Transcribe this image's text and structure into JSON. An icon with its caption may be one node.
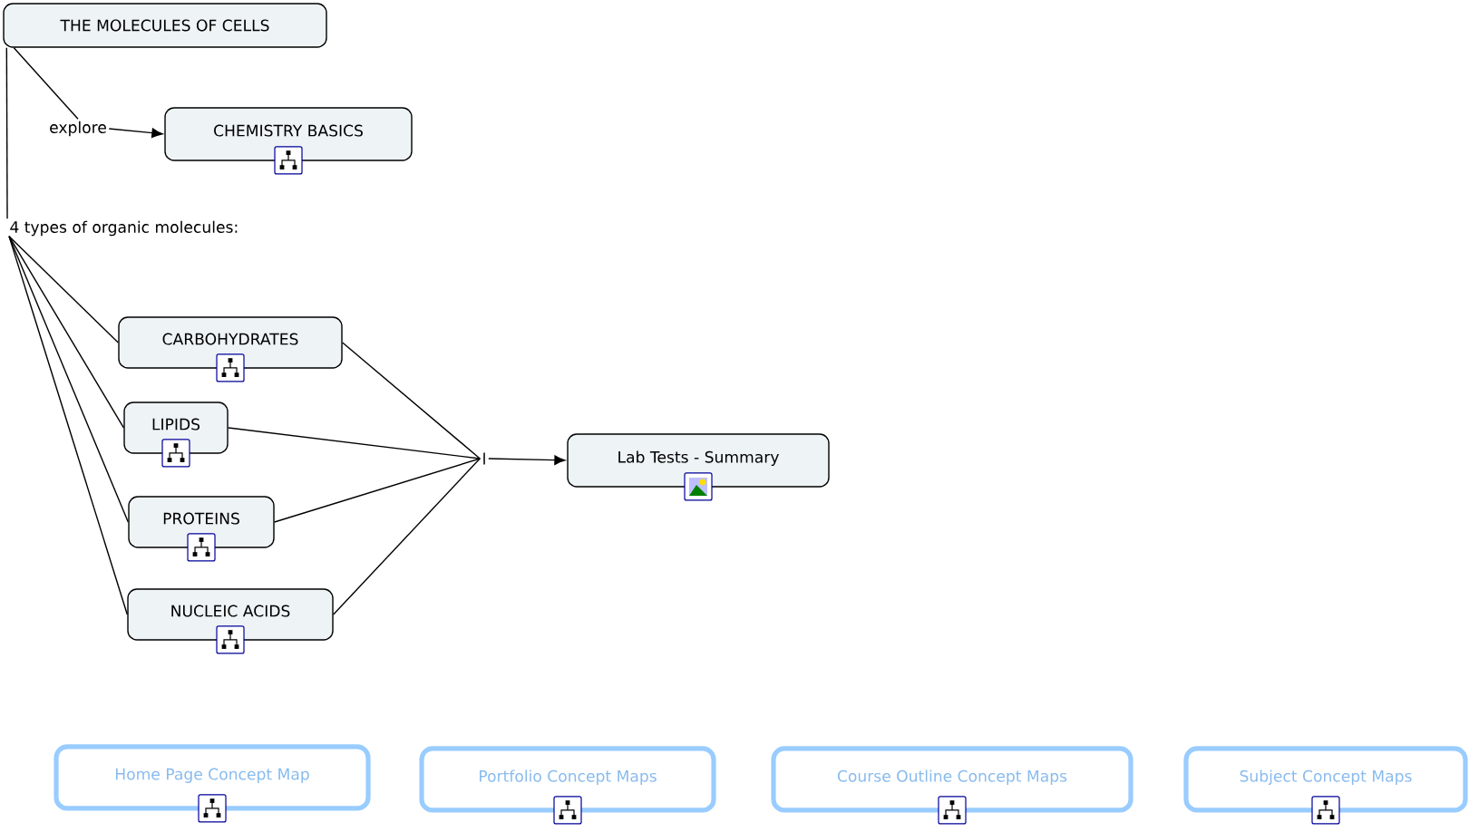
{
  "diagram": {
    "nodes": [
      {
        "text": [
          "THE MOLECULES OF CELLS"
        ]
      },
      {
        "text": [
          "explore"
        ]
      },
      {
        "text": [
          "CHEMISTRY BASICS"
        ]
      },
      {
        "text": [
          "4 types of organic molecules:"
        ]
      },
      {
        "text": [
          "CARBOHYDRATES"
        ]
      },
      {
        "text": [
          "LIPIDS"
        ]
      },
      {
        "text": [
          "PROTEINS"
        ]
      },
      {
        "text": [
          "NUCLEIC ACIDS"
        ]
      },
      {
        "text": [
          "l"
        ]
      },
      {
        "text": [
          "Lab Tests - Summary"
        ]
      },
      {
        "text": [
          "Home Page Concept Map"
        ]
      },
      {
        "text": [
          "Portfolio Concept Maps"
        ]
      },
      {
        "text": [
          "Course Outline Concept Maps"
        ]
      },
      {
        "text": [
          "Subject Concept Maps"
        ]
      }
    ],
    "edges": [
      {
        "from": 0,
        "to": 1,
        "arrow": "none"
      },
      {
        "from": 1,
        "to": 2,
        "arrow": "to"
      },
      {
        "from": 0,
        "to": 3,
        "arrow": "none"
      },
      {
        "from": 3,
        "to": 4,
        "arrow": "none"
      },
      {
        "from": 3,
        "to": 5,
        "arrow": "none"
      },
      {
        "from": 3,
        "to": 6,
        "arrow": "none"
      },
      {
        "from": 3,
        "to": 7,
        "arrow": "none"
      },
      {
        "from": 4,
        "to": 8,
        "arrow": "none"
      },
      {
        "from": 5,
        "to": 8,
        "arrow": "none"
      },
      {
        "from": 6,
        "to": 8,
        "arrow": "none"
      },
      {
        "from": 7,
        "to": 8,
        "arrow": "none"
      },
      {
        "from": 8,
        "to": 9,
        "arrow": "to"
      }
    ]
  }
}
